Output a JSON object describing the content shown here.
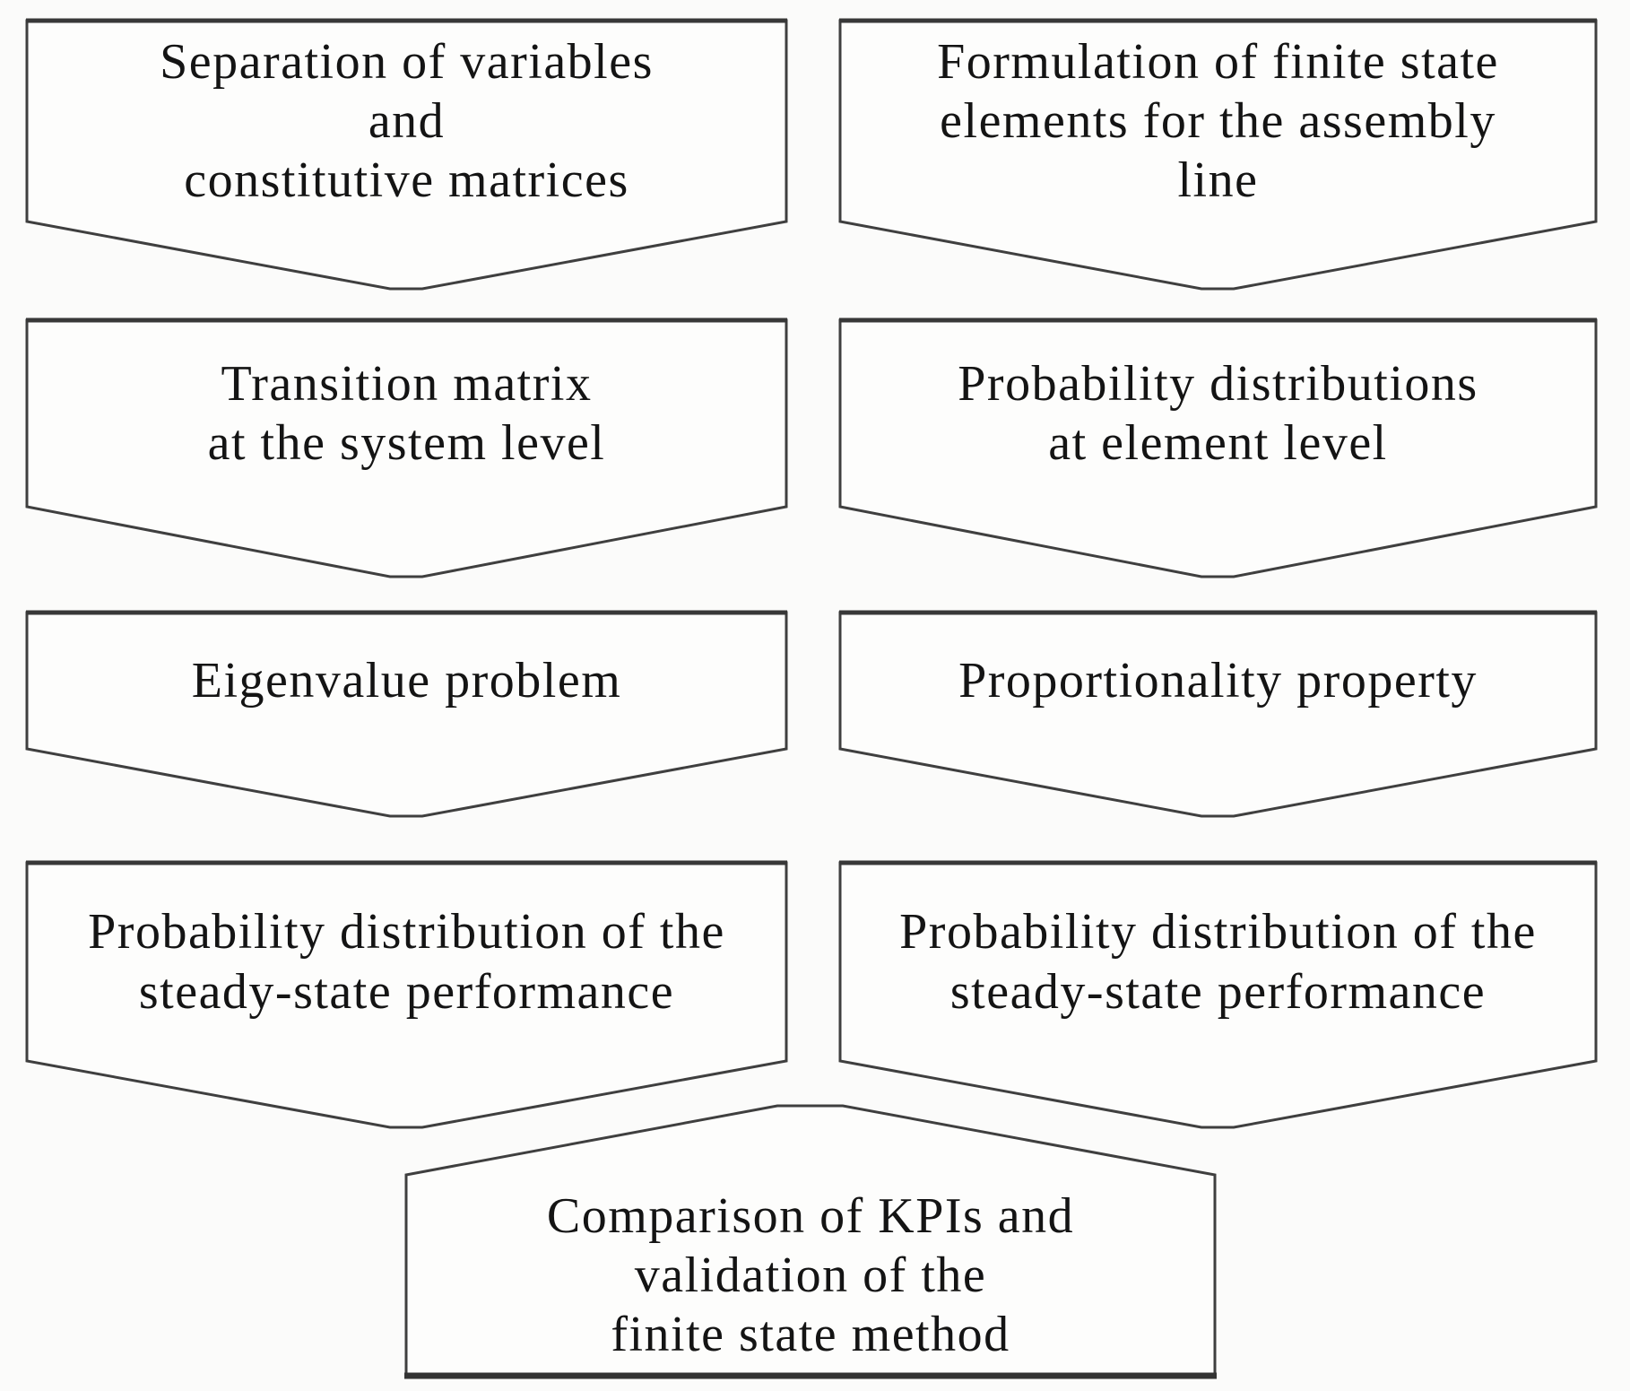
{
  "diagram": {
    "title": "Finite state method flowchart",
    "colors": {
      "border": "#3f3f3f",
      "text": "#141414",
      "box_fill": "#fdfdfc",
      "background": "#fbfbfa"
    },
    "boxes": [
      {
        "id": "separation-of-variables",
        "label": "Separation of variables\nand\nconstitutive matrices"
      },
      {
        "id": "formulation-finite-state-elements",
        "label": "Formulation of finite state\nelements for the assembly\nline"
      },
      {
        "id": "transition-matrix-system-level",
        "label": "Transition matrix\nat the system level"
      },
      {
        "id": "probability-distributions-element",
        "label": "Probability distributions\nat element level"
      },
      {
        "id": "eigenvalue-problem",
        "label": "Eigenvalue problem"
      },
      {
        "id": "proportionality-property",
        "label": "Proportionality property"
      },
      {
        "id": "probability-distribution-steady-left",
        "label": "Probability distribution of the\nsteady-state performance"
      },
      {
        "id": "probability-distribution-steady-right",
        "label": "Probability distribution of the\nsteady-state performance"
      },
      {
        "id": "comparison-kpis-validation",
        "label": "Comparison of KPIs and\nvalidation of the\nfinite state method"
      }
    ]
  }
}
